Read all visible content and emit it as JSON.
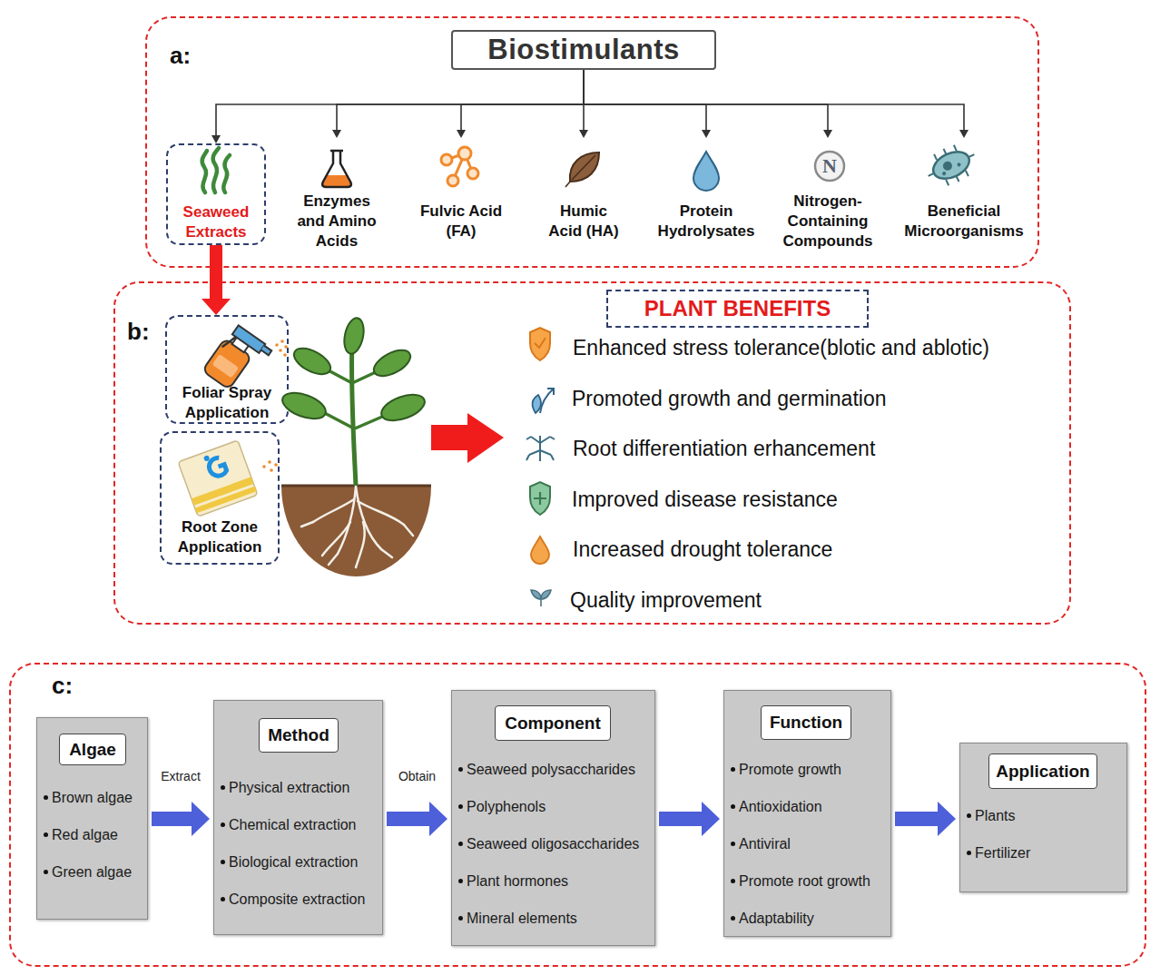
{
  "diagram": {
    "nodes": [
      {
        "text": [
          "a:"
        ]
      },
      {
        "text": [
          "Biostimulants"
        ],
        "in": 0
      },
      {
        "text": [
          "Seaweed Extracts"
        ],
        "in": 0
      },
      {
        "text": [
          "Enzymes and Amino Acids"
        ],
        "in": 0
      },
      {
        "text": [
          "Fulvic Acid (FA)"
        ],
        "in": 0
      },
      {
        "text": [
          "Humic Acid (HA)"
        ],
        "in": 0
      },
      {
        "text": [
          "Protein Hydrolysates"
        ],
        "in": 0
      },
      {
        "text": [
          "Nitrogen- Containing Compounds"
        ],
        "in": 0
      },
      {
        "text": [
          "Beneficial Microorganisms"
        ],
        "in": 0
      },
      {
        "text": [
          "b:"
        ]
      },
      {
        "text": [
          "Foliar Spray Application"
        ],
        "in": 9
      },
      {
        "text": [
          "Root Zone Application"
        ],
        "in": 9
      },
      {
        "text": [
          "PLANT BENEFITS"
        ],
        "in": 9
      },
      {
        "text": [
          "c:"
        ]
      },
      {
        "text": [
          "Brown algae",
          "Red algae",
          "Green algae"
        ],
        "in": 13
      },
      {
        "text": [
          "Algae"
        ],
        "in": 14
      },
      {
        "text": [
          "Physical extraction",
          "Chemical extraction",
          "Biological extraction",
          "Composite extraction"
        ],
        "in": 13
      },
      {
        "text": [
          "Method"
        ],
        "in": 16
      },
      {
        "text": [
          "Seaweed polysaccharides",
          "Polyphenols",
          "Seaweed oligosaccharides",
          "Plant hormones",
          "Mineral elements"
        ],
        "in": 13
      },
      {
        "text": [
          "Component"
        ],
        "in": 18
      },
      {
        "text": [
          "Promote growth",
          "Antioxidation",
          "Antiviral",
          "Promote root growth",
          "Adaptability"
        ],
        "in": 13
      },
      {
        "text": [
          "Function"
        ],
        "in": 20
      },
      {
        "text": [
          "Plants",
          "Fertilizer"
        ],
        "in": 13
      },
      {
        "text": [
          "Application"
        ],
        "in": 22
      }
    ],
    "edges": [
      {
        "from": 1,
        "to": 2,
        "arrow": "to"
      },
      {
        "from": 1,
        "to": 3,
        "arrow": "to"
      },
      {
        "from": 1,
        "to": 4,
        "arrow": "to"
      },
      {
        "from": 1,
        "to": 5,
        "arrow": "to"
      },
      {
        "from": 1,
        "to": 6,
        "arrow": "to"
      },
      {
        "from": 1,
        "to": 7,
        "arrow": "to"
      },
      {
        "from": 1,
        "to": 8,
        "arrow": "to"
      },
      {
        "from": 2,
        "to": 10,
        "arrow": "to"
      },
      {
        "from": 14,
        "to": 16,
        "label": "Extract",
        "arrow": "to"
      },
      {
        "from": 16,
        "to": 18,
        "label": "Obtain",
        "arrow": "to"
      },
      {
        "from": 18,
        "to": 20,
        "arrow": "to"
      },
      {
        "from": 20,
        "to": 22,
        "arrow": "to"
      }
    ],
    "labels": [
      "Enhanced stress tolerance(blotic and ablotic)",
      "Promoted growth and germination",
      "Root differentiation erhancement",
      "Improved disease resistance",
      "Increased drought tolerance",
      "Quality improvement",
      "N"
    ]
  }
}
